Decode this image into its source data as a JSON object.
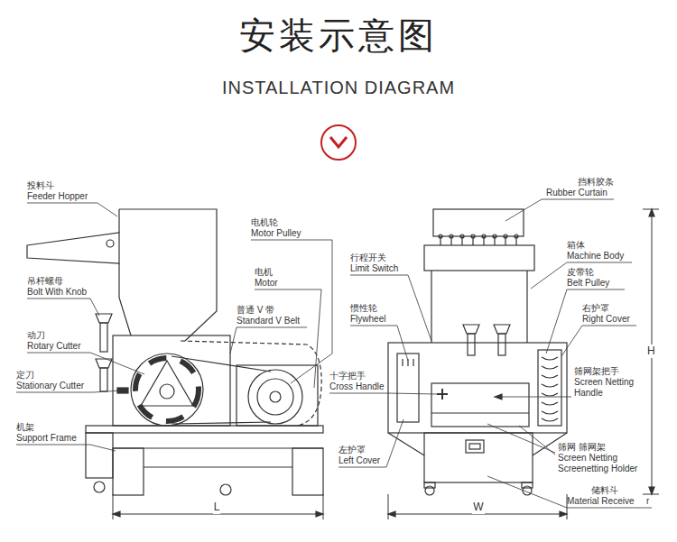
{
  "diagram": {
    "title": "安装示意图",
    "labels": [
      "INSTALLATION DIAGRAM",
      "投料斗",
      "Feeder Hopper",
      "吊杆螺母",
      "Bolt With Knob",
      "动刀",
      "Rotary Cutter",
      "定刀",
      "Stationary Cutter",
      "机架",
      "Support Frame",
      "电机轮",
      "Motor Pulley",
      "电机",
      "Motor",
      "普通 V 带",
      "Standard V Belt",
      "L",
      "挡料胶条",
      "Rubber Curtain",
      "箱体",
      "Machine Body",
      "行程开关",
      "Limit Switch",
      "皮带轮",
      "Belt Pulley",
      "惯性轮",
      "Flywheel",
      "右护罩",
      "Right Cover",
      "十字把手",
      "Cross Handle",
      "筛网架把手",
      "Screen Netting Handle",
      "筛网 筛网架",
      "Screen Netting Screenetting Holder",
      "左护罩",
      "Left Cover",
      "储料斗",
      "Material Receive",
      "r",
      "W",
      "H"
    ]
  }
}
